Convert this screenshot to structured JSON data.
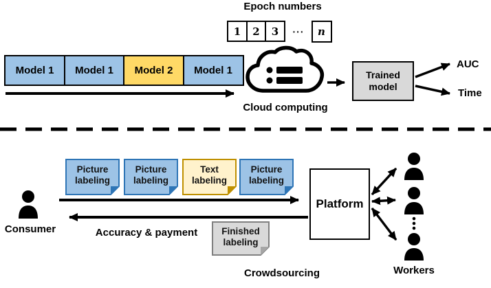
{
  "colors": {
    "model_blue": "#9DC3E6",
    "model_yellow": "#FFD966",
    "note_blue_fill": "#9DC3E6",
    "note_blue_border": "#2E75B6",
    "note_cream_fill": "#FFF2CC",
    "note_cream_border": "#BF9000",
    "note_gray_fill": "#D9D9D9",
    "note_gray_border": "#808080",
    "trained_box_gray": "#D9D9D9",
    "line_black": "#000000"
  },
  "top": {
    "epoch_title": "Epoch numbers",
    "epoch_boxes": [
      "1",
      "2",
      "3"
    ],
    "epoch_ellipsis": "···",
    "epoch_last": "n",
    "models": [
      {
        "label": "Model 1",
        "color": "blue"
      },
      {
        "label": "Model 1",
        "color": "blue"
      },
      {
        "label": "Model 2",
        "color": "yellow"
      },
      {
        "label": "Model 1",
        "color": "blue"
      }
    ],
    "cloud_label": "Cloud computing",
    "trained_model_label": "Trained model",
    "outputs": [
      "AUC",
      "Time"
    ]
  },
  "bottom": {
    "notes": [
      {
        "label": "Picture labeling",
        "color": "blue"
      },
      {
        "label": "Picture labeling",
        "color": "blue"
      },
      {
        "label": "Text labeling",
        "color": "cream"
      },
      {
        "label": "Picture labeling",
        "color": "blue"
      }
    ],
    "consumer_label": "Consumer",
    "return_label": "Accuracy & payment",
    "finished_label": "Finished labeling",
    "platform_label": "Platform",
    "workers_label": "Workers",
    "section_label": "Crowdsourcing"
  }
}
